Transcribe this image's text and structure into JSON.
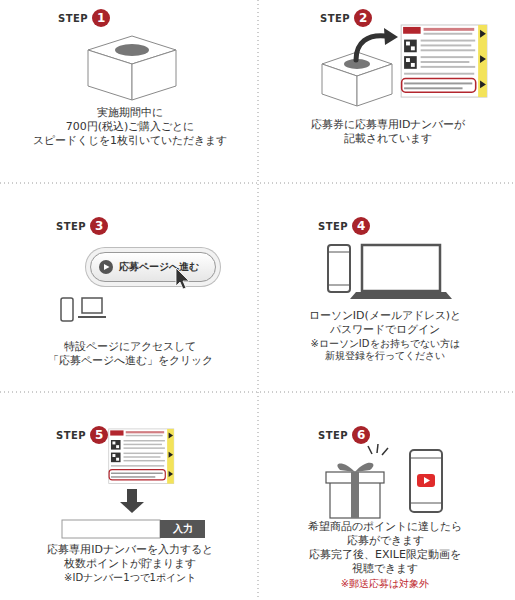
{
  "diagram": {
    "nodes": [
      {
        "text": [
          "実施期間中に 700円(税込)ご購入ごとに スピードくじを1枚引いていただきます"
        ]
      },
      {
        "text": [
          "STEP",
          "1"
        ],
        "in": 0
      },
      {
        "text": [
          "応募券に応募専用IDナンバーが 記載されています"
        ]
      },
      {
        "text": [
          "STEP",
          "2"
        ],
        "in": 2
      },
      {
        "text": [
          "特設ページにアクセスして 「応募ページへ進む」をクリック"
        ]
      },
      {
        "text": [
          "STEP",
          "3"
        ],
        "in": 4
      },
      {
        "text": [
          "応募ページへ進む"
        ],
        "in": 4
      },
      {
        "text": [
          "ローソンID(メールアドレス)と パスワードでログイン",
          "※ローソンIDをお持ちでない方は 新規登録を行ってください"
        ]
      },
      {
        "text": [
          "STEP",
          "4"
        ],
        "in": 7
      },
      {
        "text": [
          "応募専用IDナンバーを入力すると 枚数ポイントが貯まります",
          "※IDナンバー1つで1ポイント"
        ]
      },
      {
        "text": [
          "STEP",
          "5"
        ],
        "in": 9
      },
      {
        "text": [
          "入力"
        ],
        "in": 9
      },
      {
        "text": [
          "希望商品のポイントに達したら 応募ができます 応募完了後、EXILE限定動画を 視聴できます",
          "※郵送応募は対象外"
        ]
      },
      {
        "text": [
          "STEP",
          "6"
        ],
        "in": 12
      }
    ]
  }
}
